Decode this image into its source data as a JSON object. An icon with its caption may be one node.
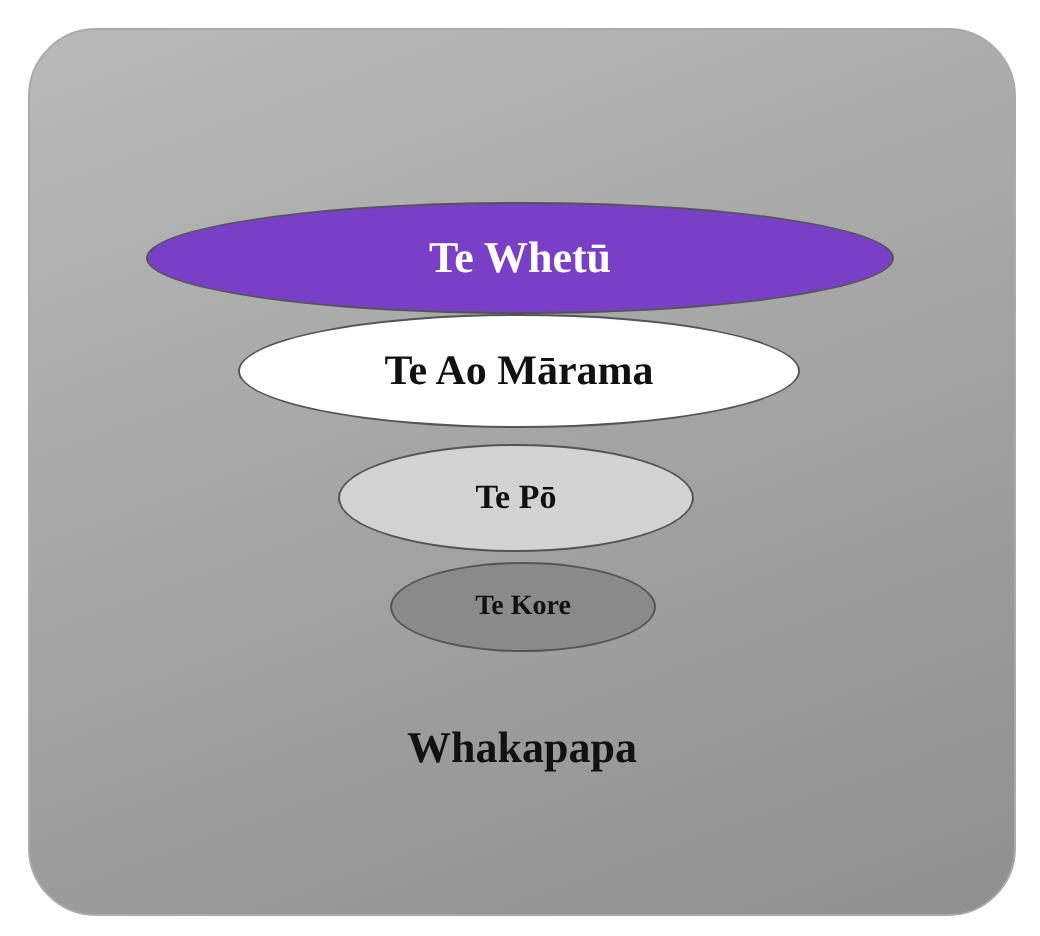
{
  "diagram": {
    "nodes": [
      {
        "text": [
          "Whakapapa"
        ]
      },
      {
        "text": [
          "Te Whetū"
        ],
        "in": 0
      },
      {
        "text": [
          "Te Ao Mārama"
        ],
        "in": 0
      },
      {
        "text": [
          "Te Pō"
        ],
        "in": 0
      },
      {
        "text": [
          "Te Kore"
        ],
        "in": 0
      }
    ],
    "edges": []
  }
}
